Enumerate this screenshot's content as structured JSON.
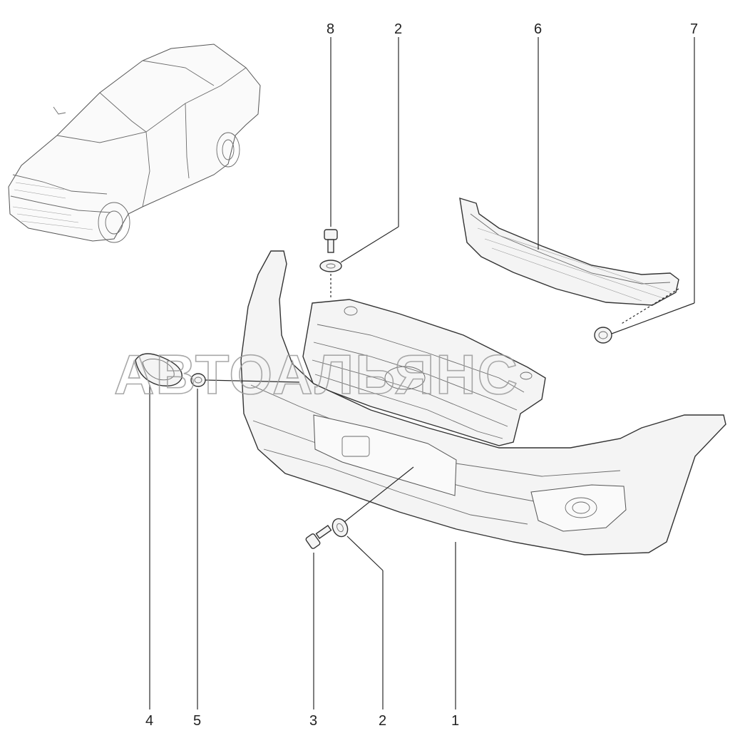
{
  "watermark": "АВТОАЛЬЯНС",
  "callouts": [
    {
      "id": "c8a",
      "label": "8"
    },
    {
      "id": "c2a",
      "label": "2"
    },
    {
      "id": "c6",
      "label": "6"
    },
    {
      "id": "c7",
      "label": "7"
    },
    {
      "id": "c4",
      "label": "4"
    },
    {
      "id": "c5",
      "label": "5"
    },
    {
      "id": "c3",
      "label": "3"
    },
    {
      "id": "c2b",
      "label": "2"
    },
    {
      "id": "c1",
      "label": "1"
    }
  ],
  "colors": {
    "line": "#2a2a2a",
    "fill": "#f4f4f4",
    "watermark": "#9a9a9a"
  }
}
